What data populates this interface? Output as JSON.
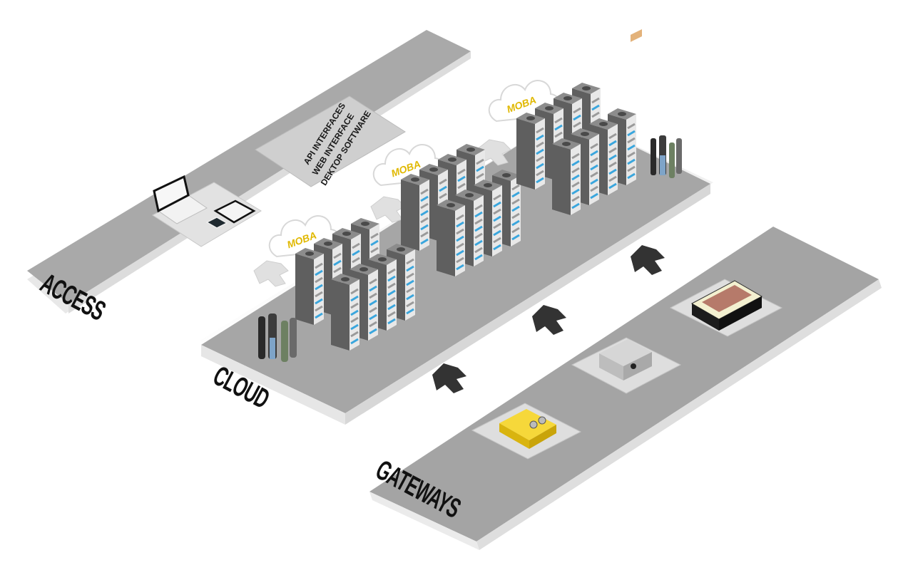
{
  "diagram": {
    "layers": [
      {
        "id": "access",
        "label": "ACCESS"
      },
      {
        "id": "cloud",
        "label": "CLOUD"
      },
      {
        "id": "gateways",
        "label": "GATEWAYS"
      }
    ],
    "access_panel": {
      "lines": [
        "API INTERFACES",
        "WEB INTERFACE",
        "DEKTOP SOFTWARE"
      ]
    },
    "clouds": [
      {
        "label": "MOBA"
      },
      {
        "label": "MOBA"
      },
      {
        "label": "MOBA"
      }
    ],
    "access_devices": [
      "laptop-icon",
      "tablet-icon",
      "smartphone-icon"
    ],
    "server_clusters": 3,
    "servers_per_cluster": 8,
    "people_groups": 2,
    "gateway_devices": [
      {
        "name": "yellow-gateway-module",
        "color": "#f2cc1a"
      },
      {
        "name": "steel-gateway-box",
        "color": "#c9c9c9"
      },
      {
        "name": "display-gateway-terminal",
        "color": "#1b1b1b"
      }
    ],
    "colors": {
      "platform_top": "#a7a7a7",
      "platform_edge": "#e6e6e6",
      "server_body": "#5f5f5f",
      "server_led": "#3aa6dd",
      "arrow_dark": "#333333",
      "arrow_light": "#e2e2e2",
      "brand_yellow": "#e0b800"
    }
  }
}
